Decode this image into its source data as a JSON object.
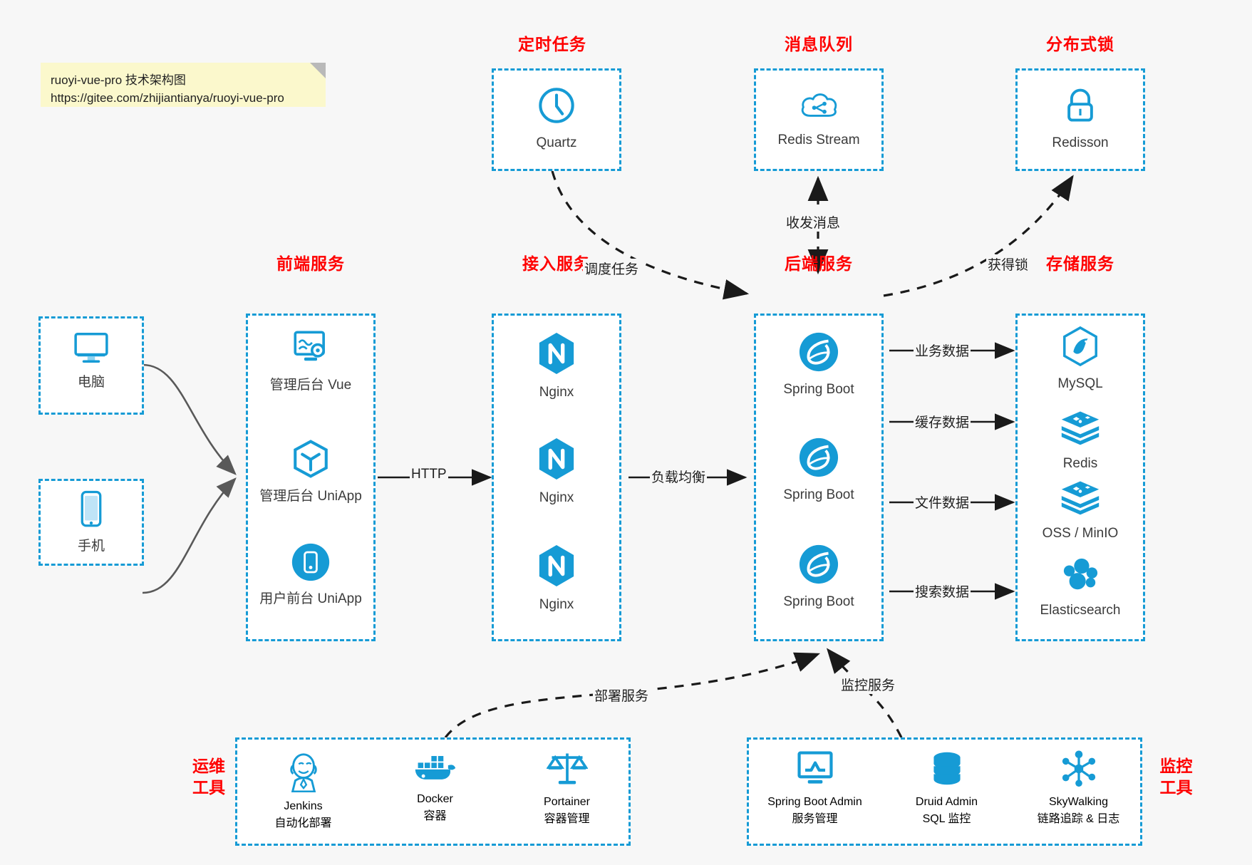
{
  "note": {
    "line1": "ruoyi-vue-pro 技术架构图",
    "line2": "https://gitee.com/zhijiantianya/ruoyi-vue-pro"
  },
  "colors": {
    "accent_blue": "#169bd5",
    "title_red": "#ff0000",
    "background": "#f7f7f7",
    "box_fill": "#ffffff",
    "arrow_gray": "#595959",
    "dashed_arrow": "#1a1a1a"
  },
  "groups": {
    "scheduled_task": {
      "title": "定时任务",
      "nodes": [
        {
          "label": "Quartz",
          "icon": "clock-icon"
        }
      ]
    },
    "message_queue": {
      "title": "消息队列",
      "nodes": [
        {
          "label": "Redis Stream",
          "icon": "cloud-stream-icon"
        }
      ]
    },
    "distributed_lock": {
      "title": "分布式锁",
      "nodes": [
        {
          "label": "Redisson",
          "icon": "lock-icon"
        }
      ]
    },
    "clients": {
      "nodes": [
        {
          "label": "电脑",
          "icon": "desktop-icon"
        },
        {
          "label": "手机",
          "icon": "mobile-icon"
        }
      ]
    },
    "frontend": {
      "title": "前端服务",
      "nodes": [
        {
          "label": "管理后台 Vue",
          "icon": "dashboard-icon"
        },
        {
          "label": "管理后台 UniApp",
          "icon": "cube-icon"
        },
        {
          "label": "用户前台 UniApp",
          "icon": "app-icon"
        }
      ]
    },
    "gateway": {
      "title": "接入服务",
      "nodes": [
        {
          "label": "Nginx",
          "icon": "nginx-icon"
        },
        {
          "label": "Nginx",
          "icon": "nginx-icon"
        },
        {
          "label": "Nginx",
          "icon": "nginx-icon"
        }
      ]
    },
    "backend": {
      "title": "后端服务",
      "nodes": [
        {
          "label": "Spring Boot",
          "icon": "spring-boot-icon"
        },
        {
          "label": "Spring Boot",
          "icon": "spring-boot-icon"
        },
        {
          "label": "Spring Boot",
          "icon": "spring-boot-icon"
        }
      ]
    },
    "storage": {
      "title": "存储服务",
      "nodes": [
        {
          "label": "MySQL",
          "icon": "mysql-icon"
        },
        {
          "label": "Redis",
          "icon": "redis-icon"
        },
        {
          "label": "OSS / MinIO",
          "icon": "oss-icon"
        },
        {
          "label": "Elasticsearch",
          "icon": "elasticsearch-icon"
        }
      ]
    },
    "ops_tools": {
      "title": "运维\n工具",
      "title_line1": "运维",
      "title_line2": "工具",
      "nodes": [
        {
          "label": "Jenkins",
          "sublabel": "自动化部署",
          "icon": "jenkins-icon"
        },
        {
          "label": "Docker",
          "sublabel": "容器",
          "icon": "docker-icon"
        },
        {
          "label": "Portainer",
          "sublabel": "容器管理",
          "icon": "scales-icon"
        }
      ]
    },
    "monitor_tools": {
      "title_line1": "监控",
      "title_line2": "工具",
      "nodes": [
        {
          "label": "Spring Boot Admin",
          "sublabel": "服务管理",
          "icon": "monitor-chart-icon"
        },
        {
          "label": "Druid Admin",
          "sublabel": "SQL 监控",
          "icon": "database-icon"
        },
        {
          "label": "SkyWalking",
          "sublabel": "链路追踪 & 日志",
          "icon": "skywalking-icon"
        }
      ]
    }
  },
  "edges": [
    {
      "id": "http",
      "label": "HTTP"
    },
    {
      "id": "load-balance",
      "label": "负载均衡"
    },
    {
      "id": "schedule-task",
      "label": "调度任务"
    },
    {
      "id": "send-receive-msg",
      "label": "收发消息"
    },
    {
      "id": "acquire-lock",
      "label": "获得锁"
    },
    {
      "id": "business-data",
      "label": "业务数据"
    },
    {
      "id": "cache-data",
      "label": "缓存数据"
    },
    {
      "id": "file-data",
      "label": "文件数据"
    },
    {
      "id": "search-data",
      "label": "搜索数据"
    },
    {
      "id": "deploy-service",
      "label": "部署服务"
    },
    {
      "id": "monitor-service",
      "label": "监控服务"
    }
  ]
}
